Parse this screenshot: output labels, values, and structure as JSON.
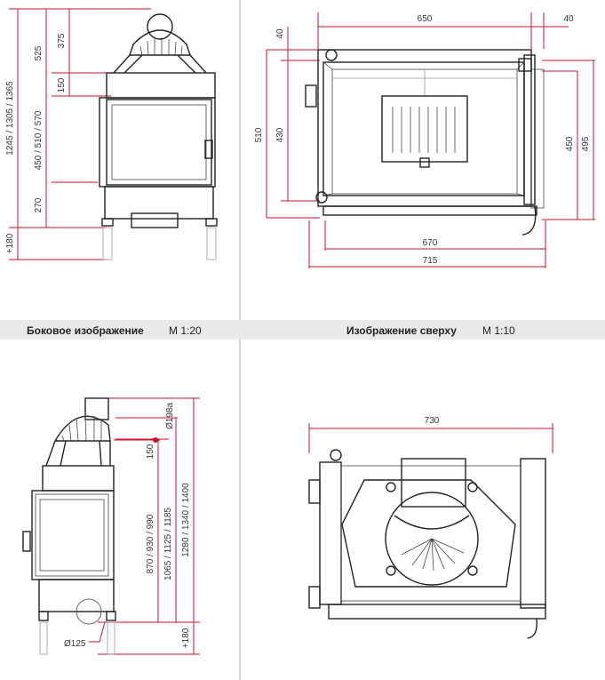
{
  "captions": {
    "side_label": "Боковое изображение",
    "side_scale": "M 1:20",
    "top_label": "Изображение сверху",
    "top_scale": "M 1:10"
  },
  "side_view": {
    "dim_total": "1245 / 1305 / 1365",
    "dim_525": "525",
    "dim_375": "375",
    "dim_150": "150",
    "dim_450": "450 / 510 / 570",
    "dim_270": "270",
    "dim_180": "+180"
  },
  "top_view": {
    "dim_650": "650",
    "dim_40_top": "40",
    "dim_40_left": "40",
    "dim_510": "510",
    "dim_430": "430",
    "dim_450": "450",
    "dim_495": "495",
    "dim_670": "670",
    "dim_715": "715"
  },
  "front_view": {
    "dim_198": "Ø198a",
    "dim_150": "150",
    "dim_870": "870 / 930 / 990",
    "dim_1065": "1065 / 1125 / 1185",
    "dim_1280": "1280 / 1340 / 1400",
    "dim_180": "+180",
    "dim_125": "Ø125"
  },
  "bottom_view": {
    "dim_730": "730"
  }
}
